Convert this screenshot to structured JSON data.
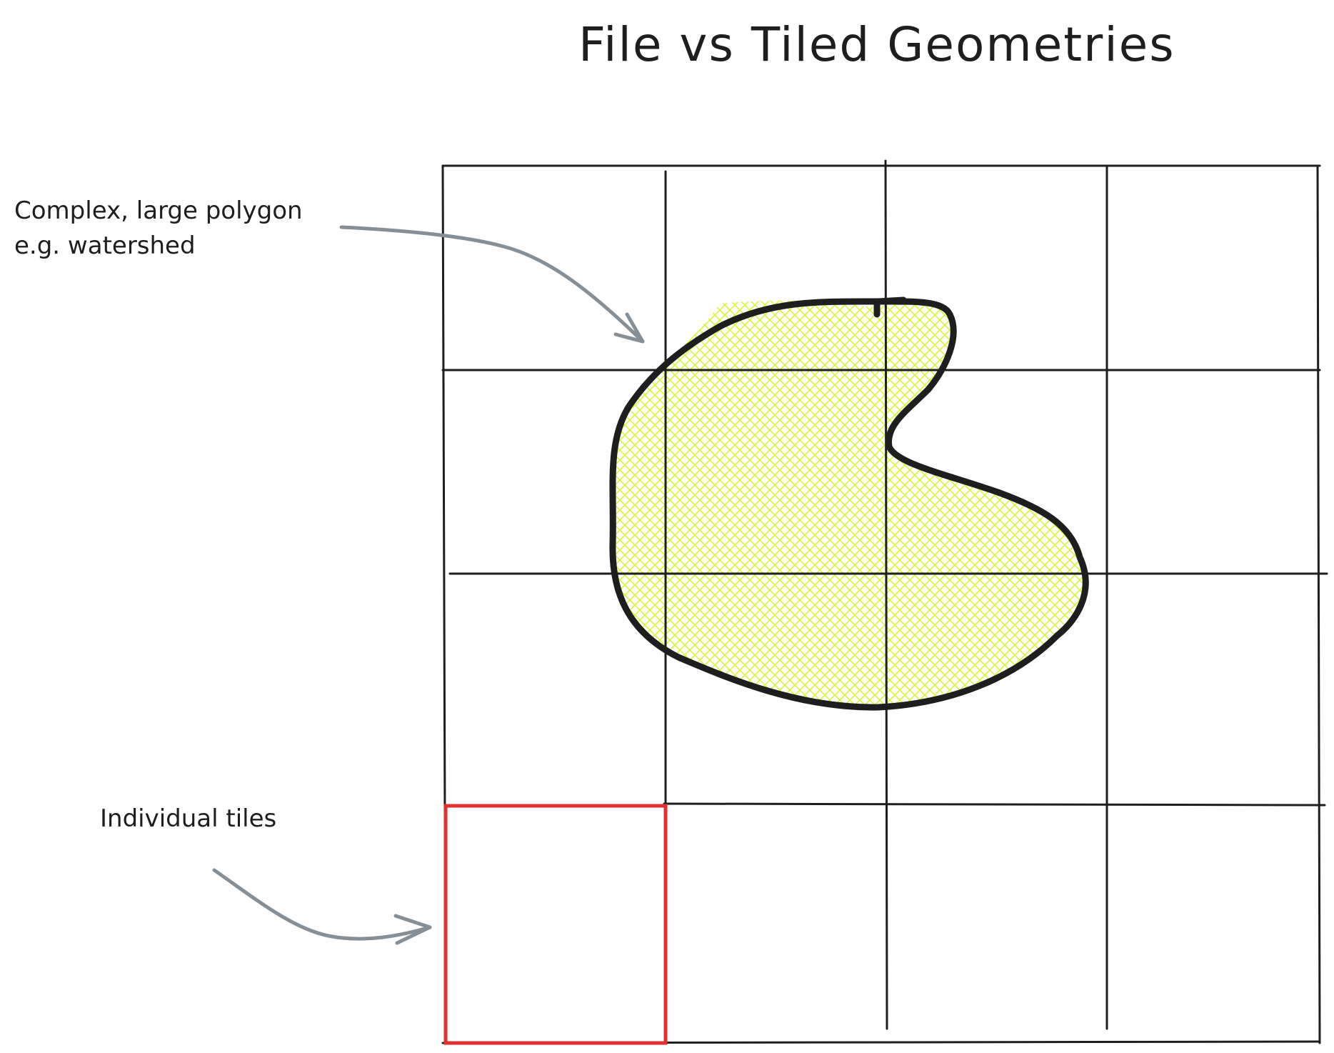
{
  "title": "File vs Tiled Geometries",
  "annotations": {
    "polygon_label_line1": "Complex, large polygon",
    "polygon_label_line2": "e.g. watershed",
    "tiles_label": "Individual tiles"
  },
  "grid": {
    "rows": 4,
    "columns": 4
  },
  "highlighted_tile": {
    "row": 4,
    "column": 1
  },
  "colors": {
    "grid_line": "#1e1e1e",
    "polygon_stroke": "#1e1e1e",
    "polygon_fill": "#d9f53a",
    "highlight_stroke": "#e03131",
    "arrow": "#868e96",
    "text": "#1e1e1e"
  }
}
